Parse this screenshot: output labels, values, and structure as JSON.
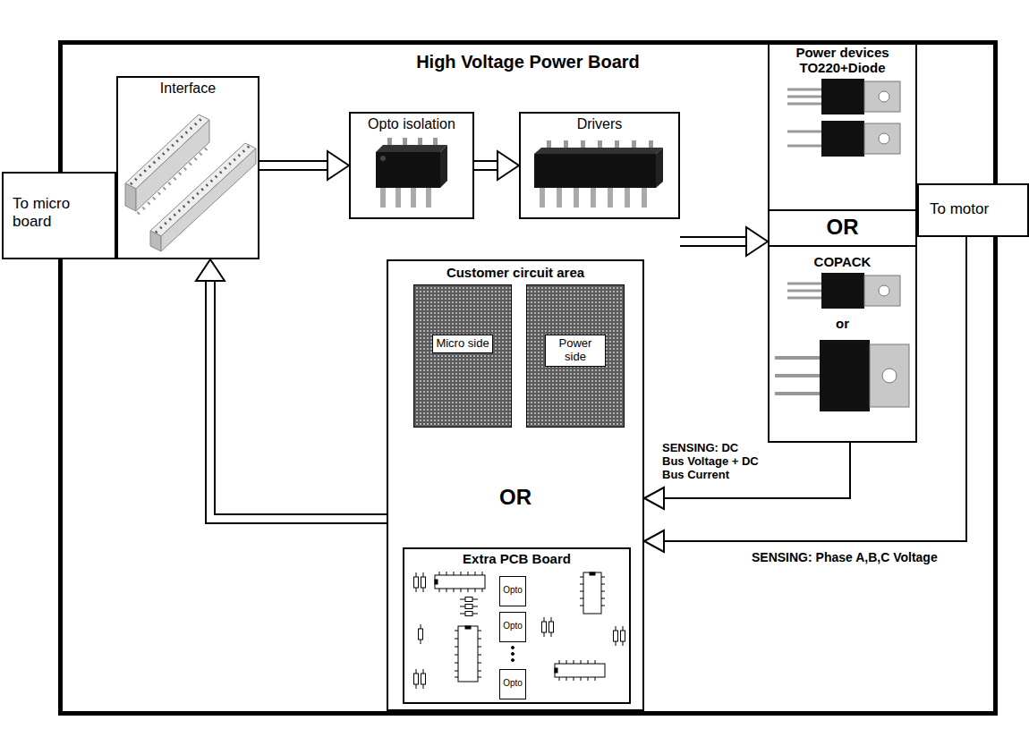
{
  "diagram": {
    "nodes": [
      {
        "text": [
          "High Voltage Power Board"
        ]
      },
      {
        "text": [
          "To micro board"
        ]
      },
      {
        "text": [
          "Interface"
        ],
        "in": 0
      },
      {
        "text": [
          "Opto isolation"
        ],
        "in": 0
      },
      {
        "text": [
          "Drivers"
        ],
        "in": 0
      },
      {
        "text": [
          "Power devices TO220+Diode",
          "OR",
          "COPACK",
          "or"
        ],
        "in": 0
      },
      {
        "text": [
          "To motor"
        ]
      },
      {
        "text": [
          "Customer circuit area",
          "OR"
        ],
        "in": 0
      },
      {
        "text": [
          "Micro side"
        ],
        "in": 7
      },
      {
        "text": [
          "Power side"
        ],
        "in": 7
      },
      {
        "text": [
          "Extra PCB Board"
        ],
        "in": 7
      },
      {
        "text": [
          "Opto"
        ],
        "in": 10
      },
      {
        "text": [
          "Opto"
        ],
        "in": 10
      },
      {
        "text": [
          "Opto"
        ],
        "in": 10
      }
    ],
    "edges": [
      {
        "from": 2,
        "to": 3,
        "arrow": "to"
      },
      {
        "from": 3,
        "to": 4,
        "arrow": "to"
      },
      {
        "from": 4,
        "to": 5,
        "arrow": "to"
      },
      {
        "from": 5,
        "to": 7,
        "label": "SENSING: DC Bus Voltage + DC Bus Current",
        "arrow": "to"
      },
      {
        "from": 6,
        "to": 7,
        "label": "SENSING: Phase A,B,C Voltage",
        "arrow": "to"
      },
      {
        "from": 7,
        "to": 2,
        "arrow": "to"
      }
    ]
  }
}
